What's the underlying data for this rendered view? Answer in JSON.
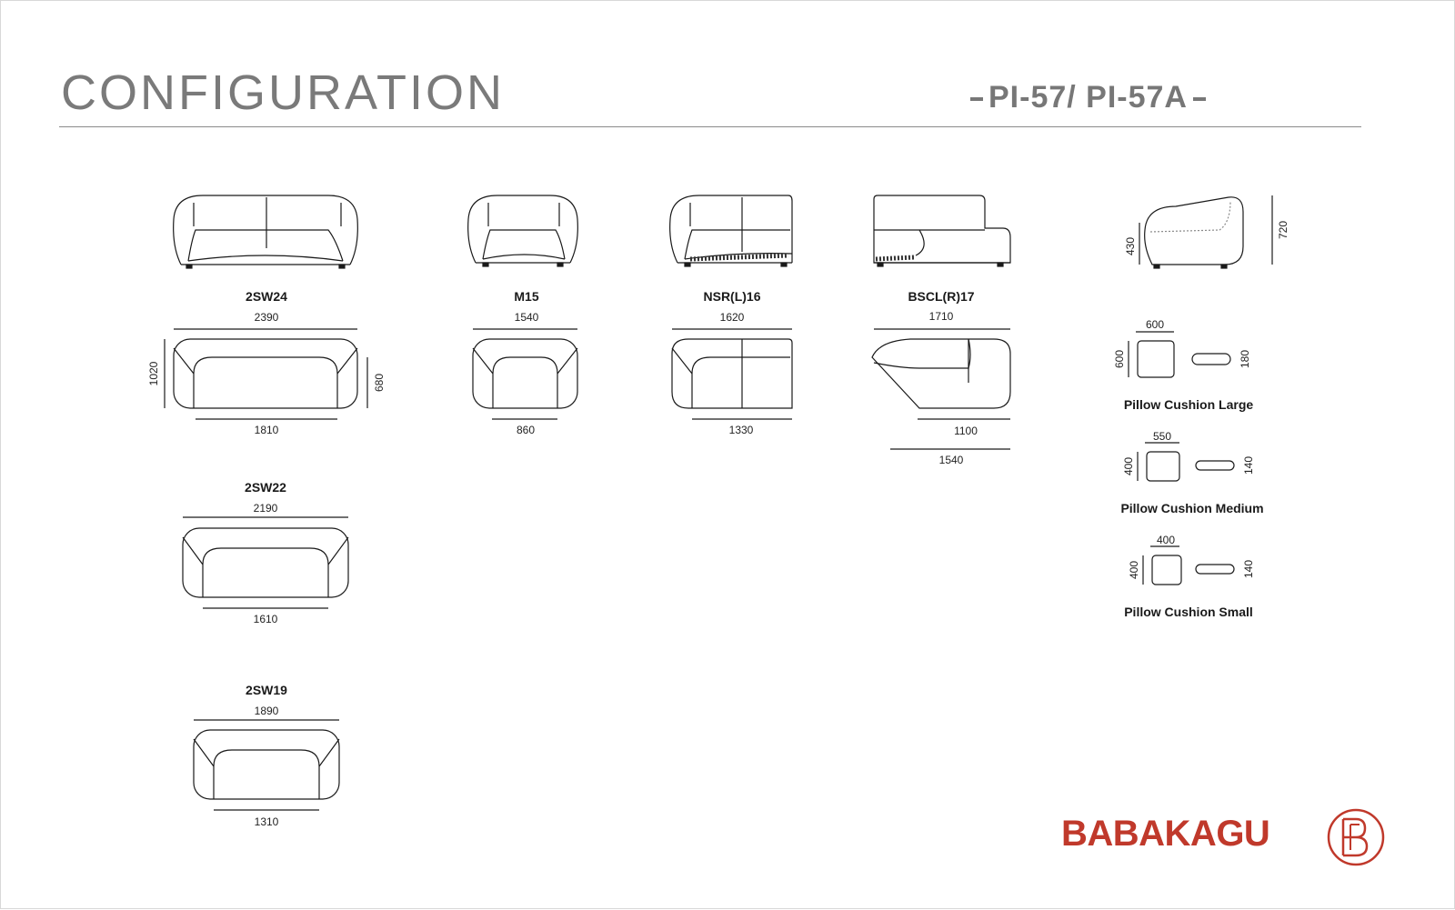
{
  "header": {
    "title": "CONFIGURATION",
    "model": "PI-57/ PI-57A"
  },
  "sofas": {
    "s2sw24": {
      "code": "2SW24",
      "top": "2390",
      "bottom": "1810",
      "depth": "1020",
      "seat": "680"
    },
    "m15": {
      "code": "M15",
      "top": "1540",
      "bottom": "860"
    },
    "nsr": {
      "code": "NSR(L)16",
      "top": "1620",
      "bottom": "1330"
    },
    "bscl": {
      "code": "BSCL(R)17",
      "top": "1710",
      "inner": "1100",
      "bottom": "1540"
    },
    "s2sw22": {
      "code": "2SW22",
      "top": "2190",
      "bottom": "1610"
    },
    "s2sw19": {
      "code": "2SW19",
      "top": "1890",
      "bottom": "1310"
    }
  },
  "side_view": {
    "height": "720",
    "seat_height": "430"
  },
  "cushions": {
    "large": {
      "name": "Pillow Cushion Large",
      "width": "600",
      "height": "600",
      "thickness": "180"
    },
    "medium": {
      "name": "Pillow Cushion Medium",
      "width": "550",
      "height": "400",
      "thickness": "140"
    },
    "small": {
      "name": "Pillow Cushion Small",
      "width": "400",
      "height": "400",
      "thickness": "140"
    }
  },
  "brand": {
    "name": "BABAKAGU",
    "color": "#c0392b",
    "logo_text": "BB"
  }
}
